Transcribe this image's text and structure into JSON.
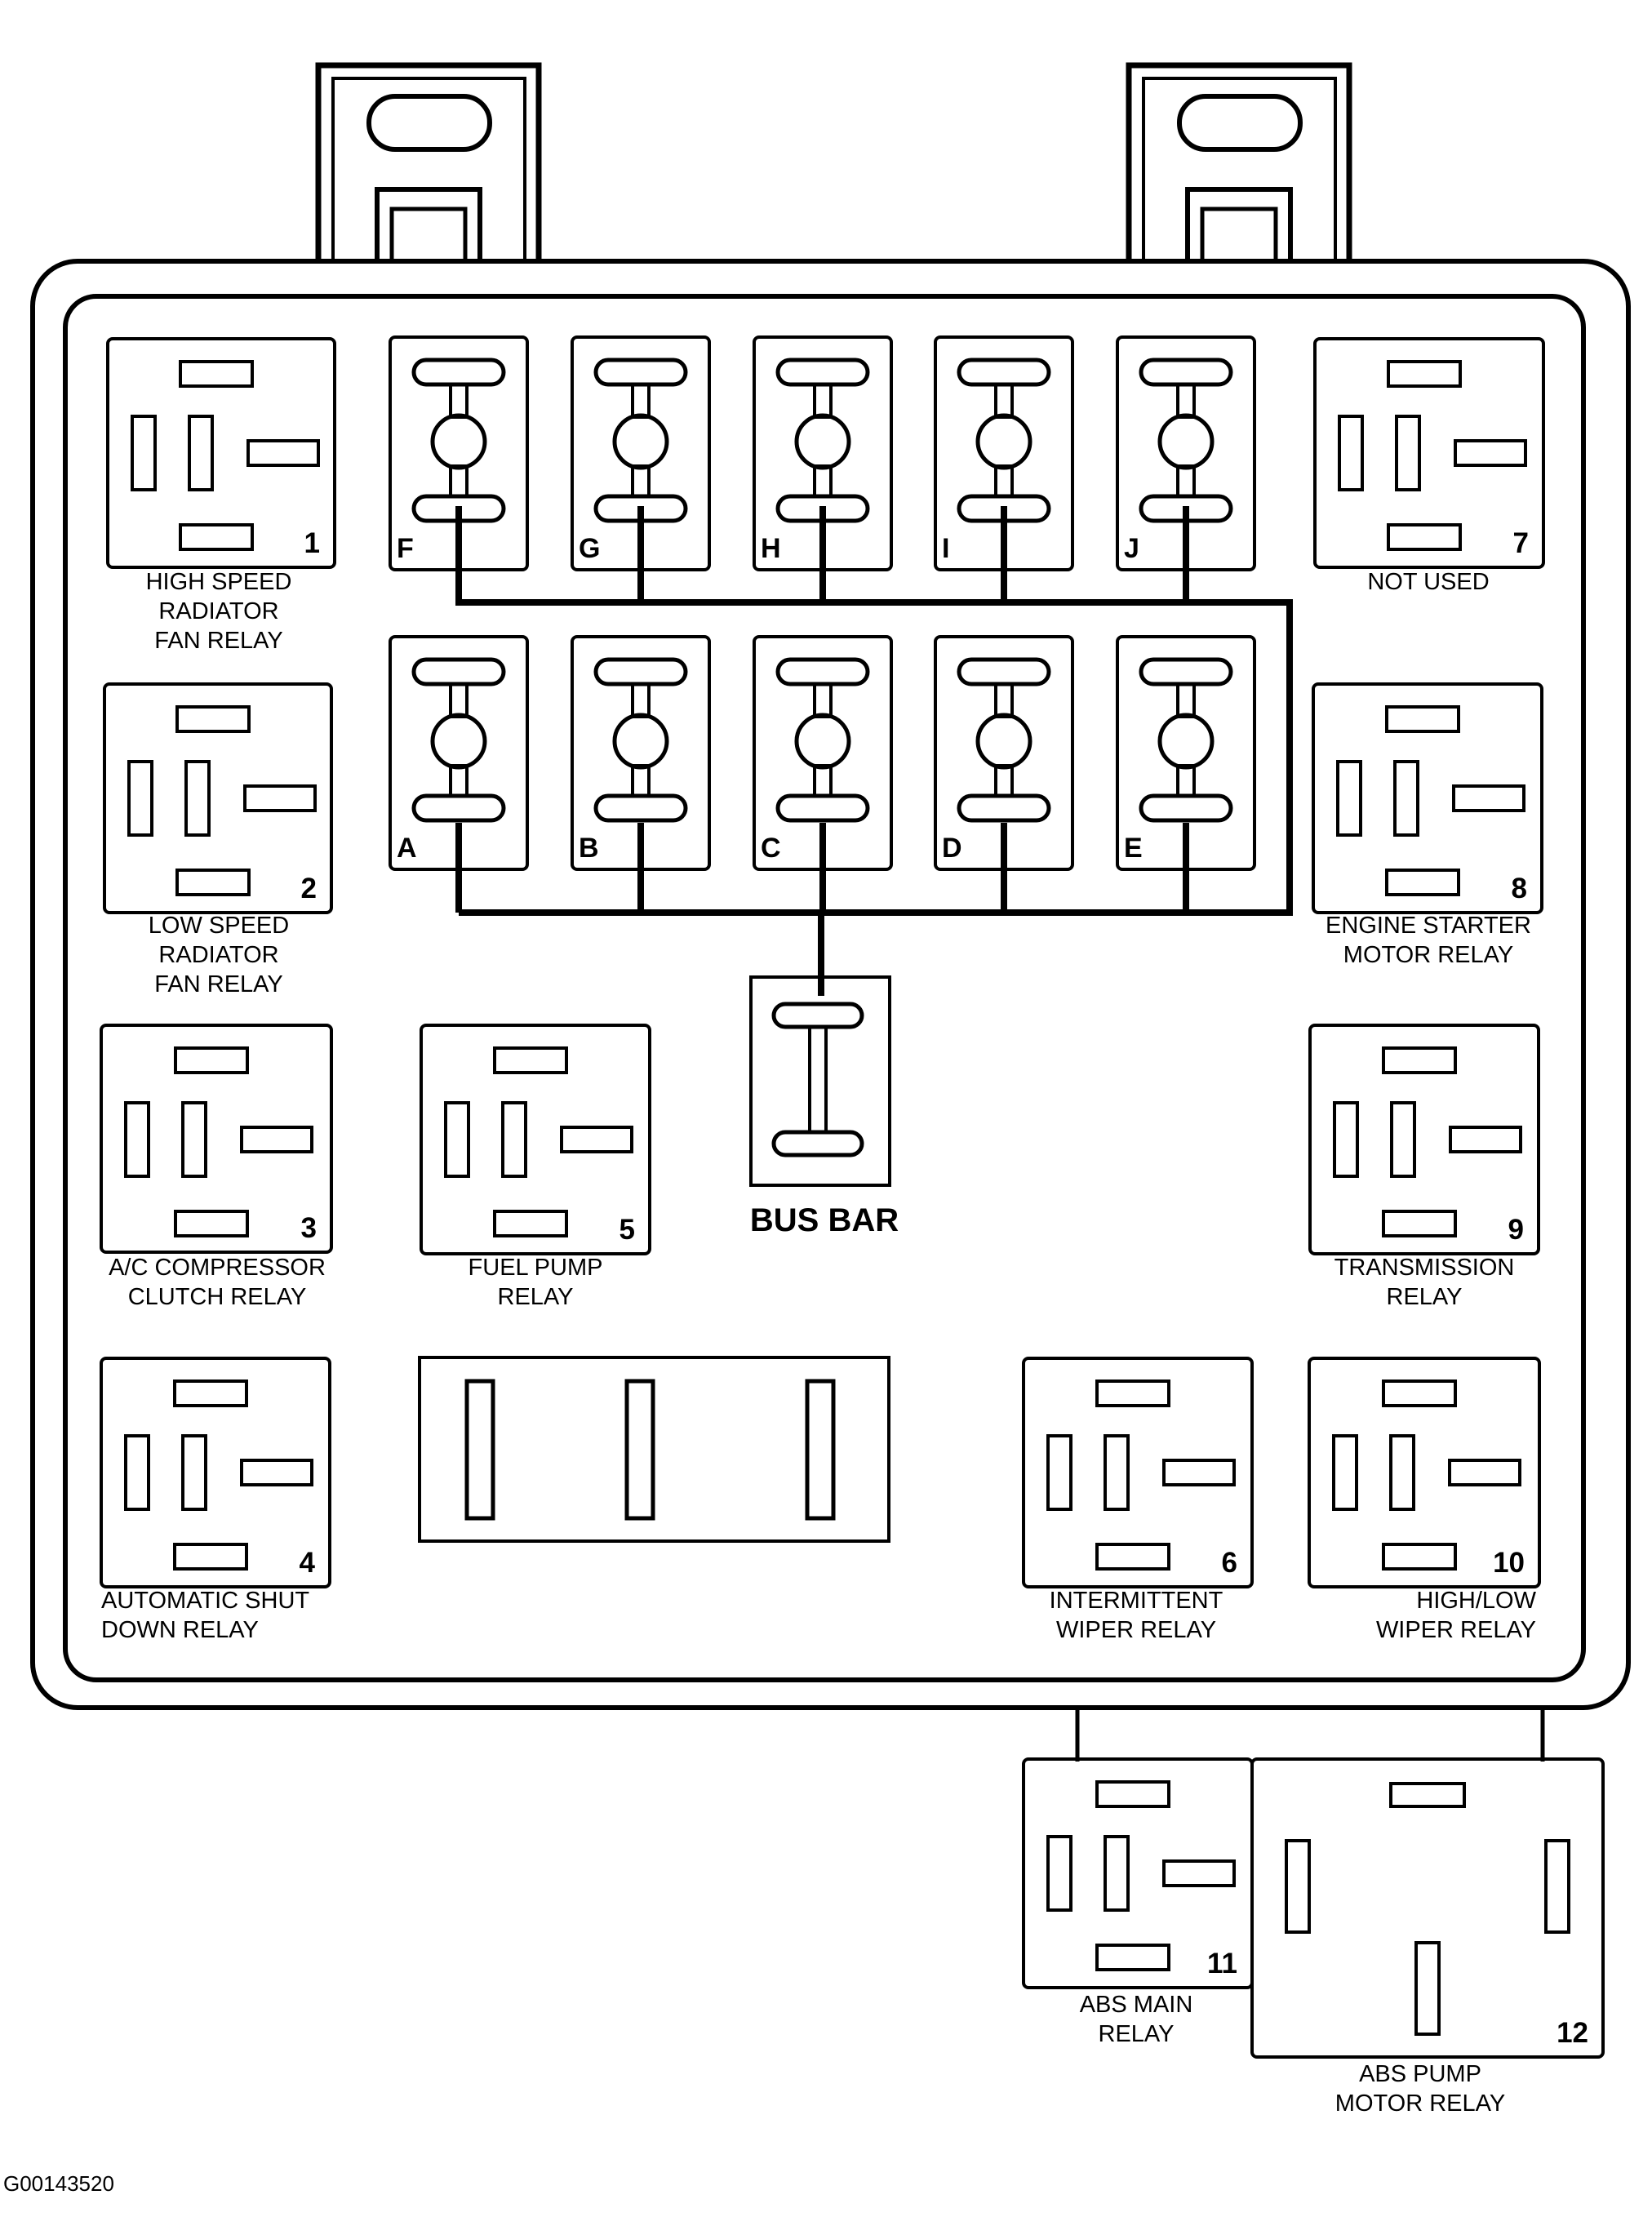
{
  "diagram": {
    "figure_id": "G00143520",
    "bus_bar_label": "BUS BAR",
    "relays": [
      {
        "number": "1",
        "lines": [
          "HIGH SPEED",
          "RADIATOR",
          "FAN RELAY"
        ]
      },
      {
        "number": "2",
        "lines": [
          "LOW SPEED",
          "RADIATOR",
          "FAN RELAY"
        ]
      },
      {
        "number": "3",
        "lines": [
          "A/C COMPRESSOR",
          "CLUTCH RELAY"
        ]
      },
      {
        "number": "4",
        "lines": [
          "AUTOMATIC SHUT",
          "DOWN RELAY"
        ]
      },
      {
        "number": "5",
        "lines": [
          "FUEL PUMP",
          "RELAY"
        ]
      },
      {
        "number": "6",
        "lines": [
          "INTERMITTENT",
          "WIPER RELAY"
        ]
      },
      {
        "number": "7",
        "lines": [
          "NOT USED"
        ]
      },
      {
        "number": "8",
        "lines": [
          "ENGINE STARTER",
          "MOTOR RELAY"
        ]
      },
      {
        "number": "9",
        "lines": [
          "TRANSMISSION",
          "RELAY"
        ]
      },
      {
        "number": "10",
        "lines": [
          "HIGH/LOW",
          "WIPER RELAY"
        ]
      },
      {
        "number": "11",
        "lines": [
          "ABS MAIN",
          "RELAY"
        ]
      },
      {
        "number": "12",
        "lines": [
          "ABS PUMP",
          "MOTOR RELAY"
        ]
      }
    ],
    "fuses_top": [
      "F",
      "G",
      "H",
      "I",
      "J"
    ],
    "fuses_bottom": [
      "A",
      "B",
      "C",
      "D",
      "E"
    ]
  }
}
